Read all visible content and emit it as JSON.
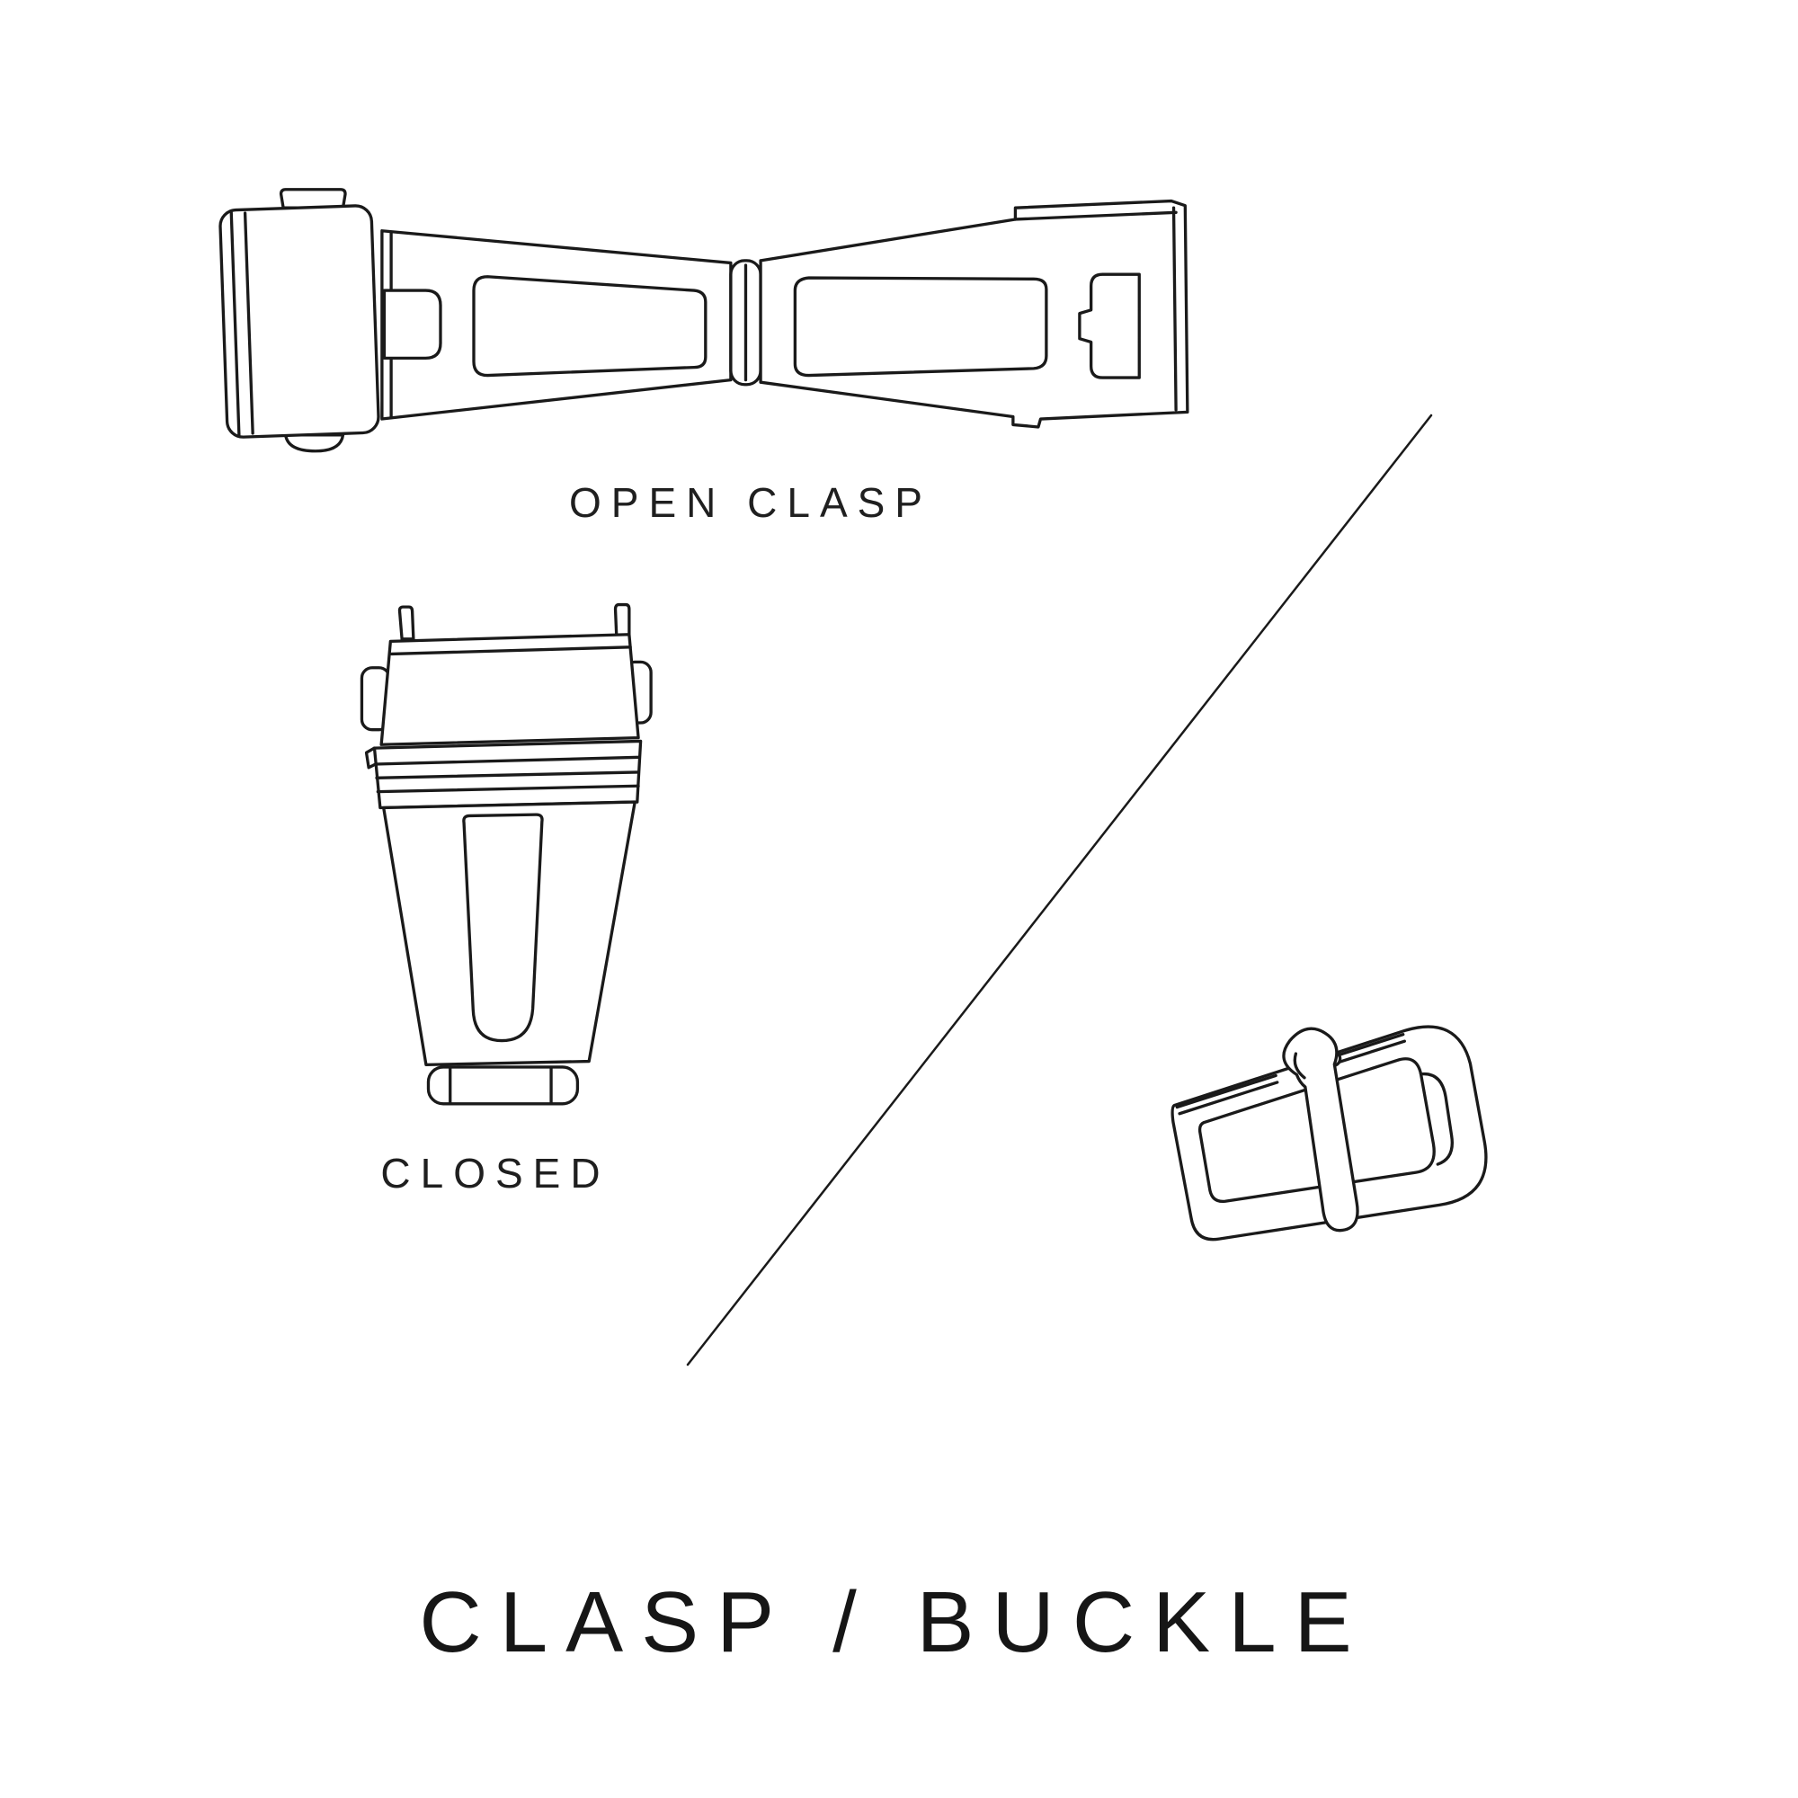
{
  "page": {
    "background": "#ffffff",
    "line_color": "#1a1a1a",
    "text_color": "#1f1f1f"
  },
  "labels": {
    "open_clasp": "OPEN CLASP",
    "closed": "CLOSED",
    "title": "CLASP / BUCKLE"
  },
  "illustrations": {
    "open_clasp": "open-clasp-illustration",
    "closed_clasp": "closed-clasp-illustration",
    "buckle": "tang-buckle-illustration",
    "divider": "diagonal-divider-line"
  }
}
